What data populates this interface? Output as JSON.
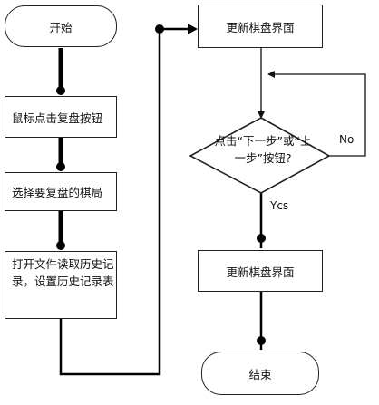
{
  "nodes": {
    "start": "开始",
    "click_replay": "鼠标点击复盘按钮",
    "select_game": "选择要复盘的棋局",
    "open_file": "打开文件读取历史记录，设置历史记录表",
    "update_ui_top": "更新棋盘界面",
    "decision": "点击“下一步”或“上一步”按钮?",
    "update_ui_bottom": "更新棋盘界面",
    "end": "结束"
  },
  "edges": {
    "no_label": "No",
    "yes_label": "Ycs"
  },
  "colors": {
    "line": "#111111",
    "thick_line": "#000000",
    "dot": "#000000",
    "background": "#ffffff"
  }
}
